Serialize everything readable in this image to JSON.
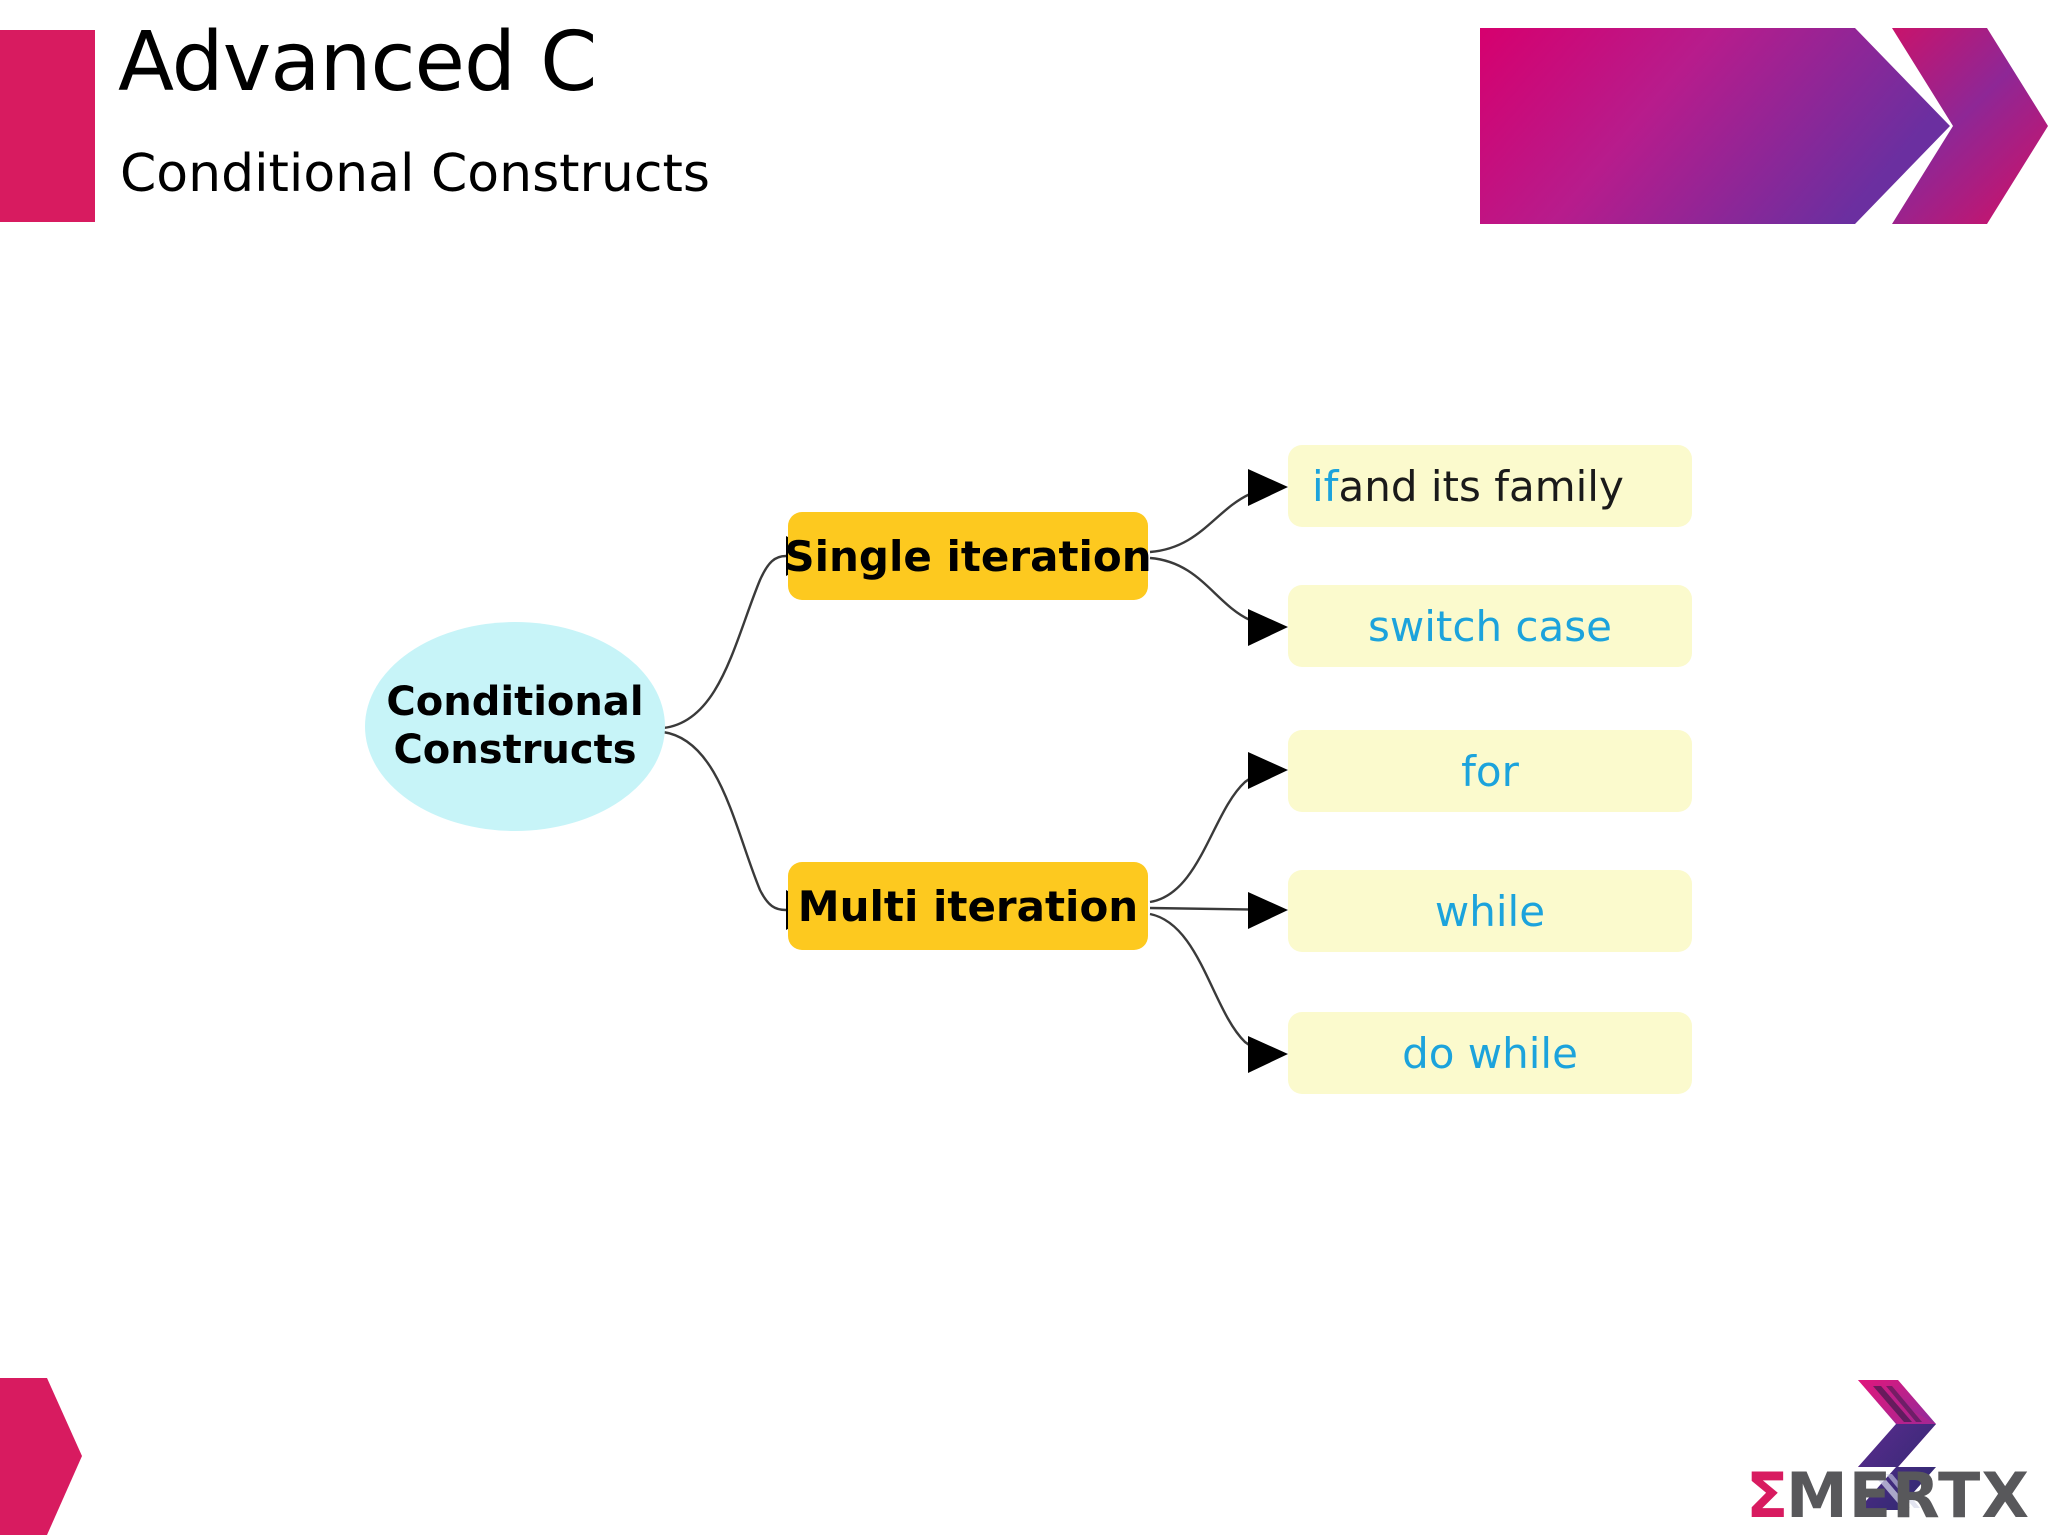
{
  "header": {
    "title": "Advanced C",
    "subtitle": "Conditional Constructs",
    "accent_pink": "#D81B60",
    "accent_purple": "#7B2D9E"
  },
  "diagram": {
    "type": "mind-map",
    "root": {
      "label_line1": "Conditional",
      "label_line2": "Constructs",
      "shape": "ellipse",
      "fill": "#C7F4F8",
      "text_color": "#000000"
    },
    "branches": [
      {
        "label": "Single iteration",
        "fill": "#FDC91F",
        "text_color": "#000000",
        "children": [
          {
            "keyword": "if",
            "rest": " and its family",
            "fill": "#FBFACD",
            "keyword_color": "#1CA3DC",
            "rest_color": "#1a1a1a"
          },
          {
            "keyword": "switch case",
            "rest": "",
            "fill": "#FBFACD",
            "keyword_color": "#1CA3DC",
            "rest_color": "#1a1a1a"
          }
        ]
      },
      {
        "label": "Multi iteration",
        "fill": "#FDC91F",
        "text_color": "#000000",
        "children": [
          {
            "keyword": "for",
            "rest": "",
            "fill": "#FBFACD",
            "keyword_color": "#1CA3DC",
            "rest_color": "#1a1a1a"
          },
          {
            "keyword": "while",
            "rest": "",
            "fill": "#FBFACD",
            "keyword_color": "#1CA3DC",
            "rest_color": "#1a1a1a"
          },
          {
            "keyword": "do while",
            "rest": "",
            "fill": "#FBFACD",
            "keyword_color": "#1CA3DC",
            "rest_color": "#1a1a1a"
          }
        ]
      }
    ]
  },
  "footer": {
    "logo_text": "MERTXE",
    "logo_sigma": "Σ",
    "logo_text_color": "#58585B",
    "logo_sigma_color": "#D81B60"
  }
}
